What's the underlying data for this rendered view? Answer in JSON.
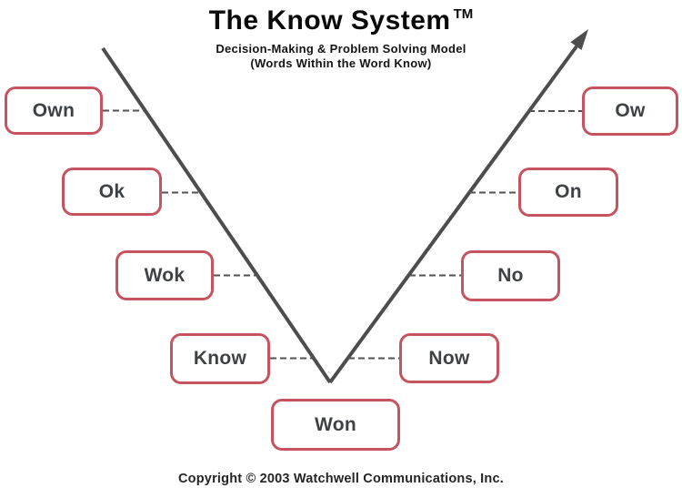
{
  "header": {
    "title": "The Know System",
    "title_tm": "TM",
    "subtitle_line1": "Decision-Making & Problem Solving Model",
    "subtitle_line2": "(Words Within the Word Know)"
  },
  "boxes": [
    {
      "label": "Own",
      "side": "left",
      "level": 1
    },
    {
      "label": "Ok",
      "side": "left",
      "level": 2
    },
    {
      "label": "Wok",
      "side": "left",
      "level": 3
    },
    {
      "label": "Know",
      "side": "left",
      "level": 4
    },
    {
      "label": "Won",
      "side": "center",
      "level": 5
    },
    {
      "label": "Now",
      "side": "right",
      "level": 4
    },
    {
      "label": "No",
      "side": "right",
      "level": 3
    },
    {
      "label": "On",
      "side": "right",
      "level": 2
    },
    {
      "label": "Ow",
      "side": "right",
      "level": 1
    }
  ],
  "footer": {
    "copyright": "Copyright © 2003 Watchwell Communications, Inc."
  },
  "colors": {
    "accent": "#c65360",
    "line": "#4d4d4d",
    "dash": "#525252",
    "boxtext": "#3f4245",
    "heading": "#0a0a0a",
    "copyright": "#242424"
  }
}
